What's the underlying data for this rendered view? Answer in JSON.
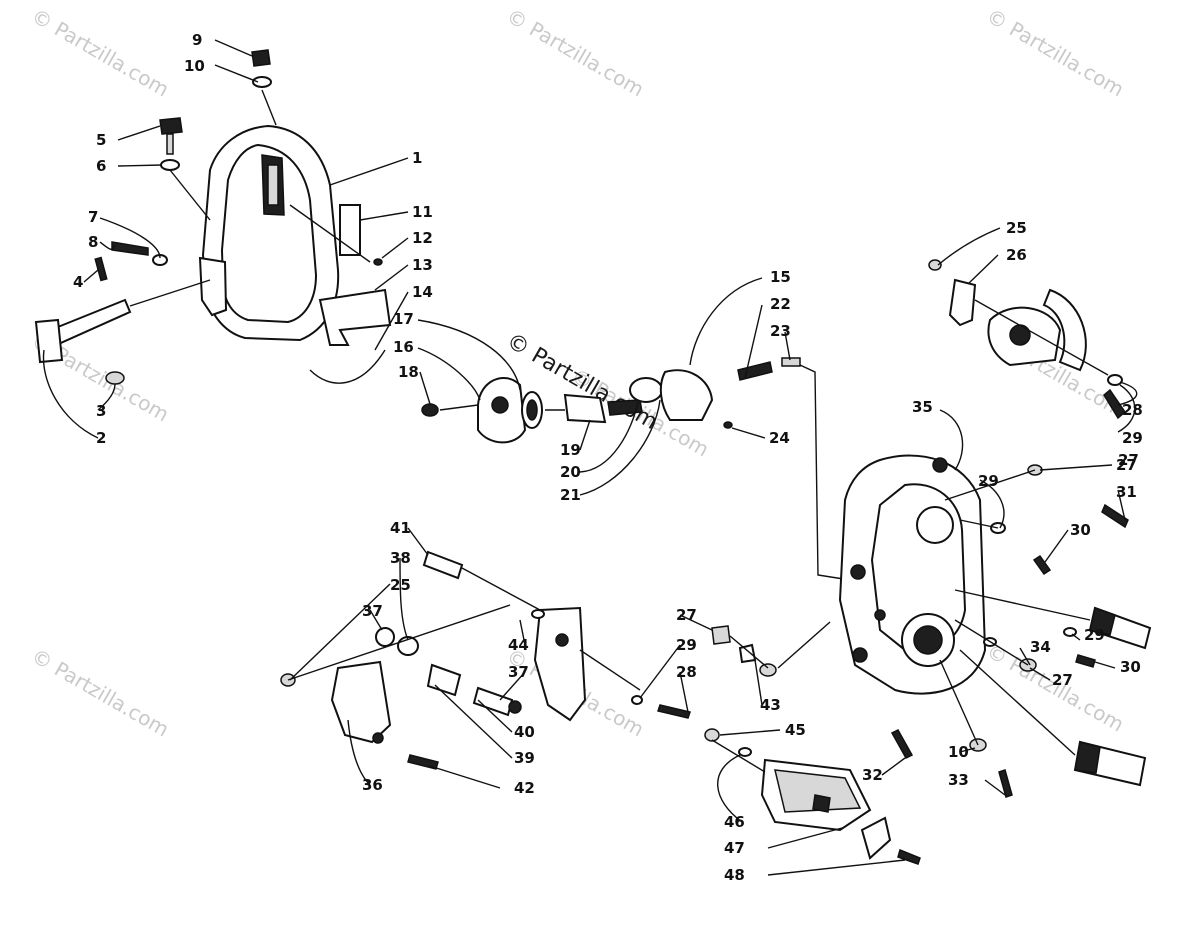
{
  "diagram": {
    "watermarks": [
      "© Partzilla.com",
      "© Partzilla.com",
      "© Partzilla.com",
      "© Partzilla.com",
      "© Partzilla.com",
      "© Partzilla.com",
      "© Partzilla.com",
      "© Partzilla.com",
      "© Partzilla.com"
    ],
    "main_watermark": "© Partzilla.com",
    "part_numbers": [
      "9",
      "10",
      "5",
      "6",
      "1",
      "11",
      "12",
      "13",
      "14",
      "7",
      "8",
      "4",
      "2",
      "3",
      "15",
      "22",
      "23",
      "17",
      "16",
      "18",
      "19",
      "20",
      "21",
      "24",
      "25",
      "26",
      "28",
      "29",
      "35",
      "27",
      "31",
      "30",
      "29",
      "41",
      "38",
      "25",
      "37",
      "44",
      "37",
      "29",
      "28",
      "27",
      "40",
      "39",
      "36",
      "42",
      "43",
      "45",
      "34",
      "27",
      "29",
      "30",
      "10",
      "32",
      "33",
      "46",
      "47",
      "48",
      "27"
    ]
  }
}
